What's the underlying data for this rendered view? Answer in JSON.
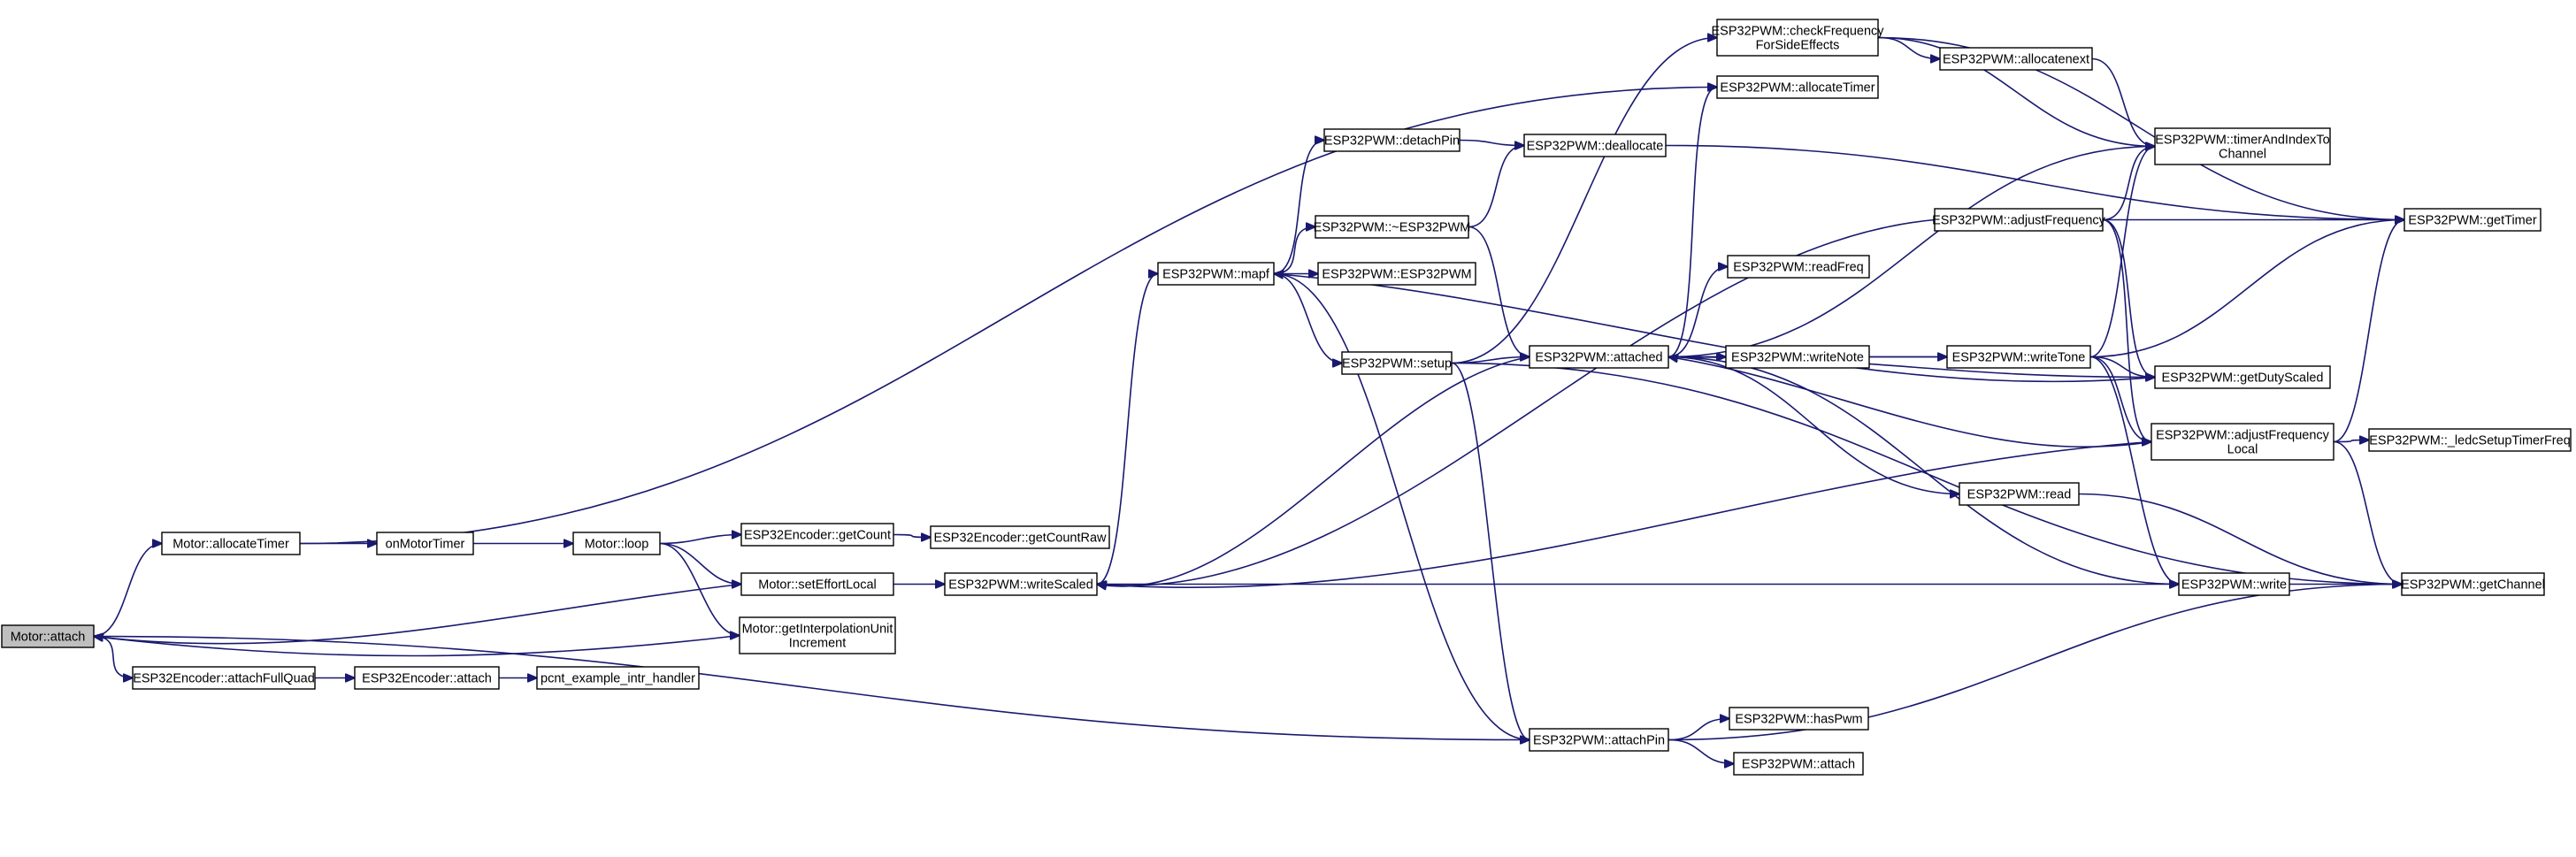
{
  "diagram": {
    "edge_color": "#191970",
    "root_fill": "#bfbfbf",
    "nodes": [
      {
        "id": "motor_attach",
        "lines": [
          "Motor::attach"
        ],
        "root": true
      },
      {
        "id": "motor_allocateTimer",
        "lines": [
          "Motor::allocateTimer"
        ]
      },
      {
        "id": "enc_attachFullQuad",
        "lines": [
          "ESP32Encoder::attachFullQuad"
        ]
      },
      {
        "id": "pwm_attachPin",
        "lines": [
          "ESP32PWM::attachPin"
        ]
      },
      {
        "id": "pwm_write",
        "lines": [
          "ESP32PWM::write"
        ]
      },
      {
        "id": "pwm_allocateTimer",
        "lines": [
          "ESP32PWM::allocateTimer"
        ]
      },
      {
        "id": "onMotorTimer",
        "lines": [
          "onMotorTimer"
        ]
      },
      {
        "id": "motor_loop",
        "lines": [
          "Motor::loop"
        ]
      },
      {
        "id": "enc_getCount",
        "lines": [
          "ESP32Encoder::getCount"
        ]
      },
      {
        "id": "enc_getCountRaw",
        "lines": [
          "ESP32Encoder::getCountRaw"
        ]
      },
      {
        "id": "motor_setEffortLocal",
        "lines": [
          "Motor::setEffortLocal"
        ]
      },
      {
        "id": "pwm_writeScaled",
        "lines": [
          "ESP32PWM::writeScaled"
        ]
      },
      {
        "id": "motor_getInterp",
        "lines": [
          "Motor::getInterpolationUnit",
          "Increment"
        ]
      },
      {
        "id": "enc_attach",
        "lines": [
          "ESP32Encoder::attach"
        ]
      },
      {
        "id": "pcnt_handler",
        "lines": [
          "pcnt_example_intr_handler"
        ]
      },
      {
        "id": "pwm_mapf",
        "lines": [
          "ESP32PWM::mapf"
        ]
      },
      {
        "id": "pwm_detachPin",
        "lines": [
          "ESP32PWM::detachPin"
        ]
      },
      {
        "id": "pwm_dtor",
        "lines": [
          "ESP32PWM::~ESP32PWM"
        ]
      },
      {
        "id": "pwm_ctor",
        "lines": [
          "ESP32PWM::ESP32PWM"
        ]
      },
      {
        "id": "pwm_setup",
        "lines": [
          "ESP32PWM::setup"
        ]
      },
      {
        "id": "pwm_deallocate",
        "lines": [
          "ESP32PWM::deallocate"
        ]
      },
      {
        "id": "pwm_attached",
        "lines": [
          "ESP32PWM::attached"
        ]
      },
      {
        "id": "pwm_checkFreq",
        "lines": [
          "ESP32PWM::checkFrequency",
          "ForSideEffects"
        ]
      },
      {
        "id": "pwm_readFreq",
        "lines": [
          "ESP32PWM::readFreq"
        ]
      },
      {
        "id": "pwm_writeNote",
        "lines": [
          "ESP32PWM::writeNote"
        ]
      },
      {
        "id": "pwm_writeTone",
        "lines": [
          "ESP32PWM::writeTone"
        ]
      },
      {
        "id": "pwm_read",
        "lines": [
          "ESP32PWM::read"
        ]
      },
      {
        "id": "pwm_hasPwm",
        "lines": [
          "ESP32PWM::hasPwm"
        ]
      },
      {
        "id": "pwm_attach",
        "lines": [
          "ESP32PWM::attach"
        ]
      },
      {
        "id": "pwm_allocatenext",
        "lines": [
          "ESP32PWM::allocatenext"
        ]
      },
      {
        "id": "pwm_timerAndIndex",
        "lines": [
          "ESP32PWM::timerAndIndexTo",
          "Channel"
        ]
      },
      {
        "id": "pwm_adjustFrequency",
        "lines": [
          "ESP32PWM::adjustFrequency"
        ]
      },
      {
        "id": "pwm_getDutyScaled",
        "lines": [
          "ESP32PWM::getDutyScaled"
        ]
      },
      {
        "id": "pwm_adjustFreqLocal",
        "lines": [
          "ESP32PWM::adjustFrequency",
          "Local"
        ]
      },
      {
        "id": "pwm_getTimer",
        "lines": [
          "ESP32PWM::getTimer"
        ]
      },
      {
        "id": "pwm_getChannel",
        "lines": [
          "ESP32PWM::getChannel"
        ]
      },
      {
        "id": "pwm_ledcSetup",
        "lines": [
          "ESP32PWM::_ledcSetupTimerFreq"
        ]
      }
    ],
    "edges": [
      [
        "motor_attach",
        "motor_allocateTimer"
      ],
      [
        "motor_attach",
        "enc_attachFullQuad"
      ],
      [
        "motor_attach",
        "pwm_attachPin"
      ],
      [
        "motor_allocateTimer",
        "pwm_allocateTimer"
      ],
      [
        "motor_allocateTimer",
        "onMotorTimer"
      ],
      [
        "onMotorTimer",
        "motor_loop"
      ],
      [
        "motor_loop",
        "enc_getCount"
      ],
      [
        "motor_loop",
        "motor_setEffortLocal"
      ],
      [
        "motor_loop",
        "motor_getInterp"
      ],
      [
        "enc_getCount",
        "enc_getCountRaw"
      ],
      [
        "motor_setEffortLocal",
        "motor_attach"
      ],
      [
        "motor_setEffortLocal",
        "pwm_writeScaled"
      ],
      [
        "motor_getInterp",
        "motor_attach"
      ],
      [
        "enc_attachFullQuad",
        "enc_attach"
      ],
      [
        "enc_attach",
        "pcnt_handler"
      ],
      [
        "pwm_writeScaled",
        "pwm_mapf"
      ],
      [
        "pwm_writeScaled",
        "pwm_write"
      ],
      [
        "pwm_mapf",
        "pwm_detachPin"
      ],
      [
        "pwm_mapf",
        "pwm_dtor"
      ],
      [
        "pwm_mapf",
        "pwm_ctor"
      ],
      [
        "pwm_mapf",
        "pwm_setup"
      ],
      [
        "pwm_mapf",
        "pwm_attachPin"
      ],
      [
        "pwm_detachPin",
        "pwm_deallocate"
      ],
      [
        "pwm_dtor",
        "pwm_deallocate"
      ],
      [
        "pwm_dtor",
        "pwm_attached"
      ],
      [
        "pwm_deallocate",
        "pwm_getTimer"
      ],
      [
        "pwm_setup",
        "pwm_attached"
      ],
      [
        "pwm_setup",
        "pwm_checkFreq"
      ],
      [
        "pwm_setup",
        "pwm_attachPin"
      ],
      [
        "pwm_setup",
        "pwm_getChannel"
      ],
      [
        "pwm_attached",
        "pwm_writeScaled"
      ],
      [
        "pwm_attached",
        "pwm_allocateTimer"
      ],
      [
        "pwm_attached",
        "pwm_readFreq"
      ],
      [
        "pwm_attached",
        "pwm_writeNote"
      ],
      [
        "pwm_attached",
        "pwm_writeTone"
      ],
      [
        "pwm_attached",
        "pwm_timerAndIndex"
      ],
      [
        "pwm_attached",
        "pwm_getDutyScaled"
      ],
      [
        "pwm_attached",
        "pwm_read"
      ],
      [
        "pwm_attached",
        "pwm_write"
      ],
      [
        "pwm_writeNote",
        "pwm_writeTone"
      ],
      [
        "pwm_writeTone",
        "pwm_timerAndIndex"
      ],
      [
        "pwm_writeTone",
        "pwm_getTimer"
      ],
      [
        "pwm_writeTone",
        "pwm_getDutyScaled"
      ],
      [
        "pwm_writeTone",
        "pwm_adjustFreqLocal"
      ],
      [
        "pwm_writeTone",
        "pwm_write"
      ],
      [
        "pwm_read",
        "pwm_getChannel"
      ],
      [
        "pwm_write",
        "pwm_getChannel"
      ],
      [
        "pwm_checkFreq",
        "pwm_allocatenext"
      ],
      [
        "pwm_checkFreq",
        "pwm_timerAndIndex"
      ],
      [
        "pwm_checkFreq",
        "pwm_getTimer"
      ],
      [
        "pwm_allocatenext",
        "pwm_timerAndIndex"
      ],
      [
        "pwm_adjustFrequency",
        "pwm_writeScaled"
      ],
      [
        "pwm_adjustFrequency",
        "pwm_timerAndIndex"
      ],
      [
        "pwm_adjustFrequency",
        "pwm_getTimer"
      ],
      [
        "pwm_adjustFrequency",
        "pwm_getDutyScaled"
      ],
      [
        "pwm_adjustFrequency",
        "pwm_adjustFreqLocal"
      ],
      [
        "pwm_getDutyScaled",
        "pwm_mapf"
      ],
      [
        "pwm_adjustFreqLocal",
        "pwm_attached"
      ],
      [
        "pwm_adjustFreqLocal",
        "pwm_writeScaled"
      ],
      [
        "pwm_adjustFreqLocal",
        "pwm_ledcSetup"
      ],
      [
        "pwm_adjustFreqLocal",
        "pwm_getTimer"
      ],
      [
        "pwm_adjustFreqLocal",
        "pwm_getChannel"
      ],
      [
        "pwm_attachPin",
        "pwm_hasPwm"
      ],
      [
        "pwm_attachPin",
        "pwm_attach"
      ],
      [
        "pwm_attachPin",
        "pwm_getChannel"
      ]
    ]
  }
}
